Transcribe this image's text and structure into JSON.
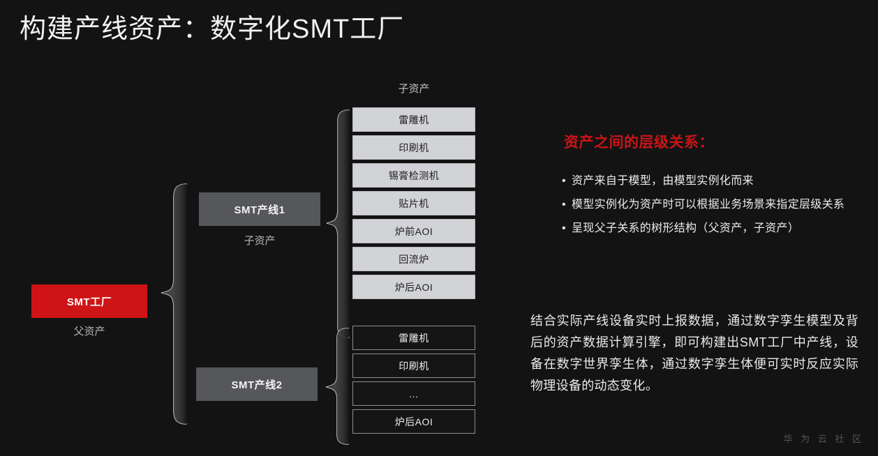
{
  "slide": {
    "title": "构建产线资产：数字化SMT工厂",
    "background_color": "#131313",
    "accent_color": "#cf1417"
  },
  "diagram": {
    "root": {
      "label": "SMT工厂",
      "caption": "父资产",
      "color": "#cf1417"
    },
    "children_caption_top": "子资产",
    "lines": [
      {
        "label": "SMT产线1",
        "caption": "子资产",
        "color": "#56575b",
        "children": [
          {
            "label": "雷雕机"
          },
          {
            "label": "印刷机"
          },
          {
            "label": "锡膏检测机"
          },
          {
            "label": "贴片机"
          },
          {
            "label": "炉前AOI"
          },
          {
            "label": "回流炉"
          },
          {
            "label": "炉后AOI"
          }
        ]
      },
      {
        "label": "SMT产线2",
        "caption": "",
        "color": "#56575b",
        "children": [
          {
            "label": "雷雕机"
          },
          {
            "label": "印刷机"
          },
          {
            "label": "..."
          },
          {
            "label": "炉后AOI"
          }
        ]
      }
    ]
  },
  "right_panel": {
    "heading": "资产之间的层级关系：",
    "heading_color": "#cb1417",
    "bullets": [
      "资产来自于模型，由模型实例化而来",
      "模型实例化为资产时可以根据业务场景来指定层级关系",
      "呈现父子关系的树形结构（父资产，子资产）"
    ],
    "paragraph": "结合实际产线设备实时上报数据，通过数字孪生模型及背后的资产数据计算引擎，即可构建出SMT工厂中产线，设备在数字世界孪生体，通过数字孪生体便可实时反应实际物理设备的动态变化。"
  },
  "watermark": {
    "text": "华 为 云 社 区"
  }
}
